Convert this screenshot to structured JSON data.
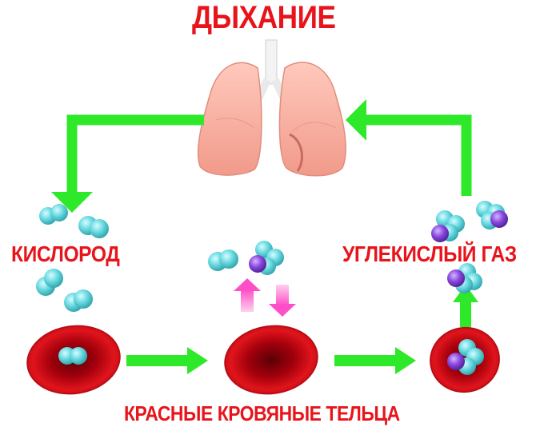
{
  "title": "ДЫХАНИЕ",
  "labels": {
    "oxygen": "КИСЛОРОД",
    "carbon_dioxide": "УГЛЕКИСЛЫЙ ГАЗ",
    "red_blood_cells": "КРАСНЫЕ КРОВЯНЫЕ ТЕЛЬЦА"
  },
  "colors": {
    "label_red": "#e8141b",
    "arrow_green": "#2ee82a",
    "arrow_pink": "#f06cc4",
    "oxygen_cyan": "#5fd8dd",
    "carbon_purple": "#7b3fd0",
    "lung_pink": "#f6b4a6",
    "cell_red": "#d8161d"
  }
}
